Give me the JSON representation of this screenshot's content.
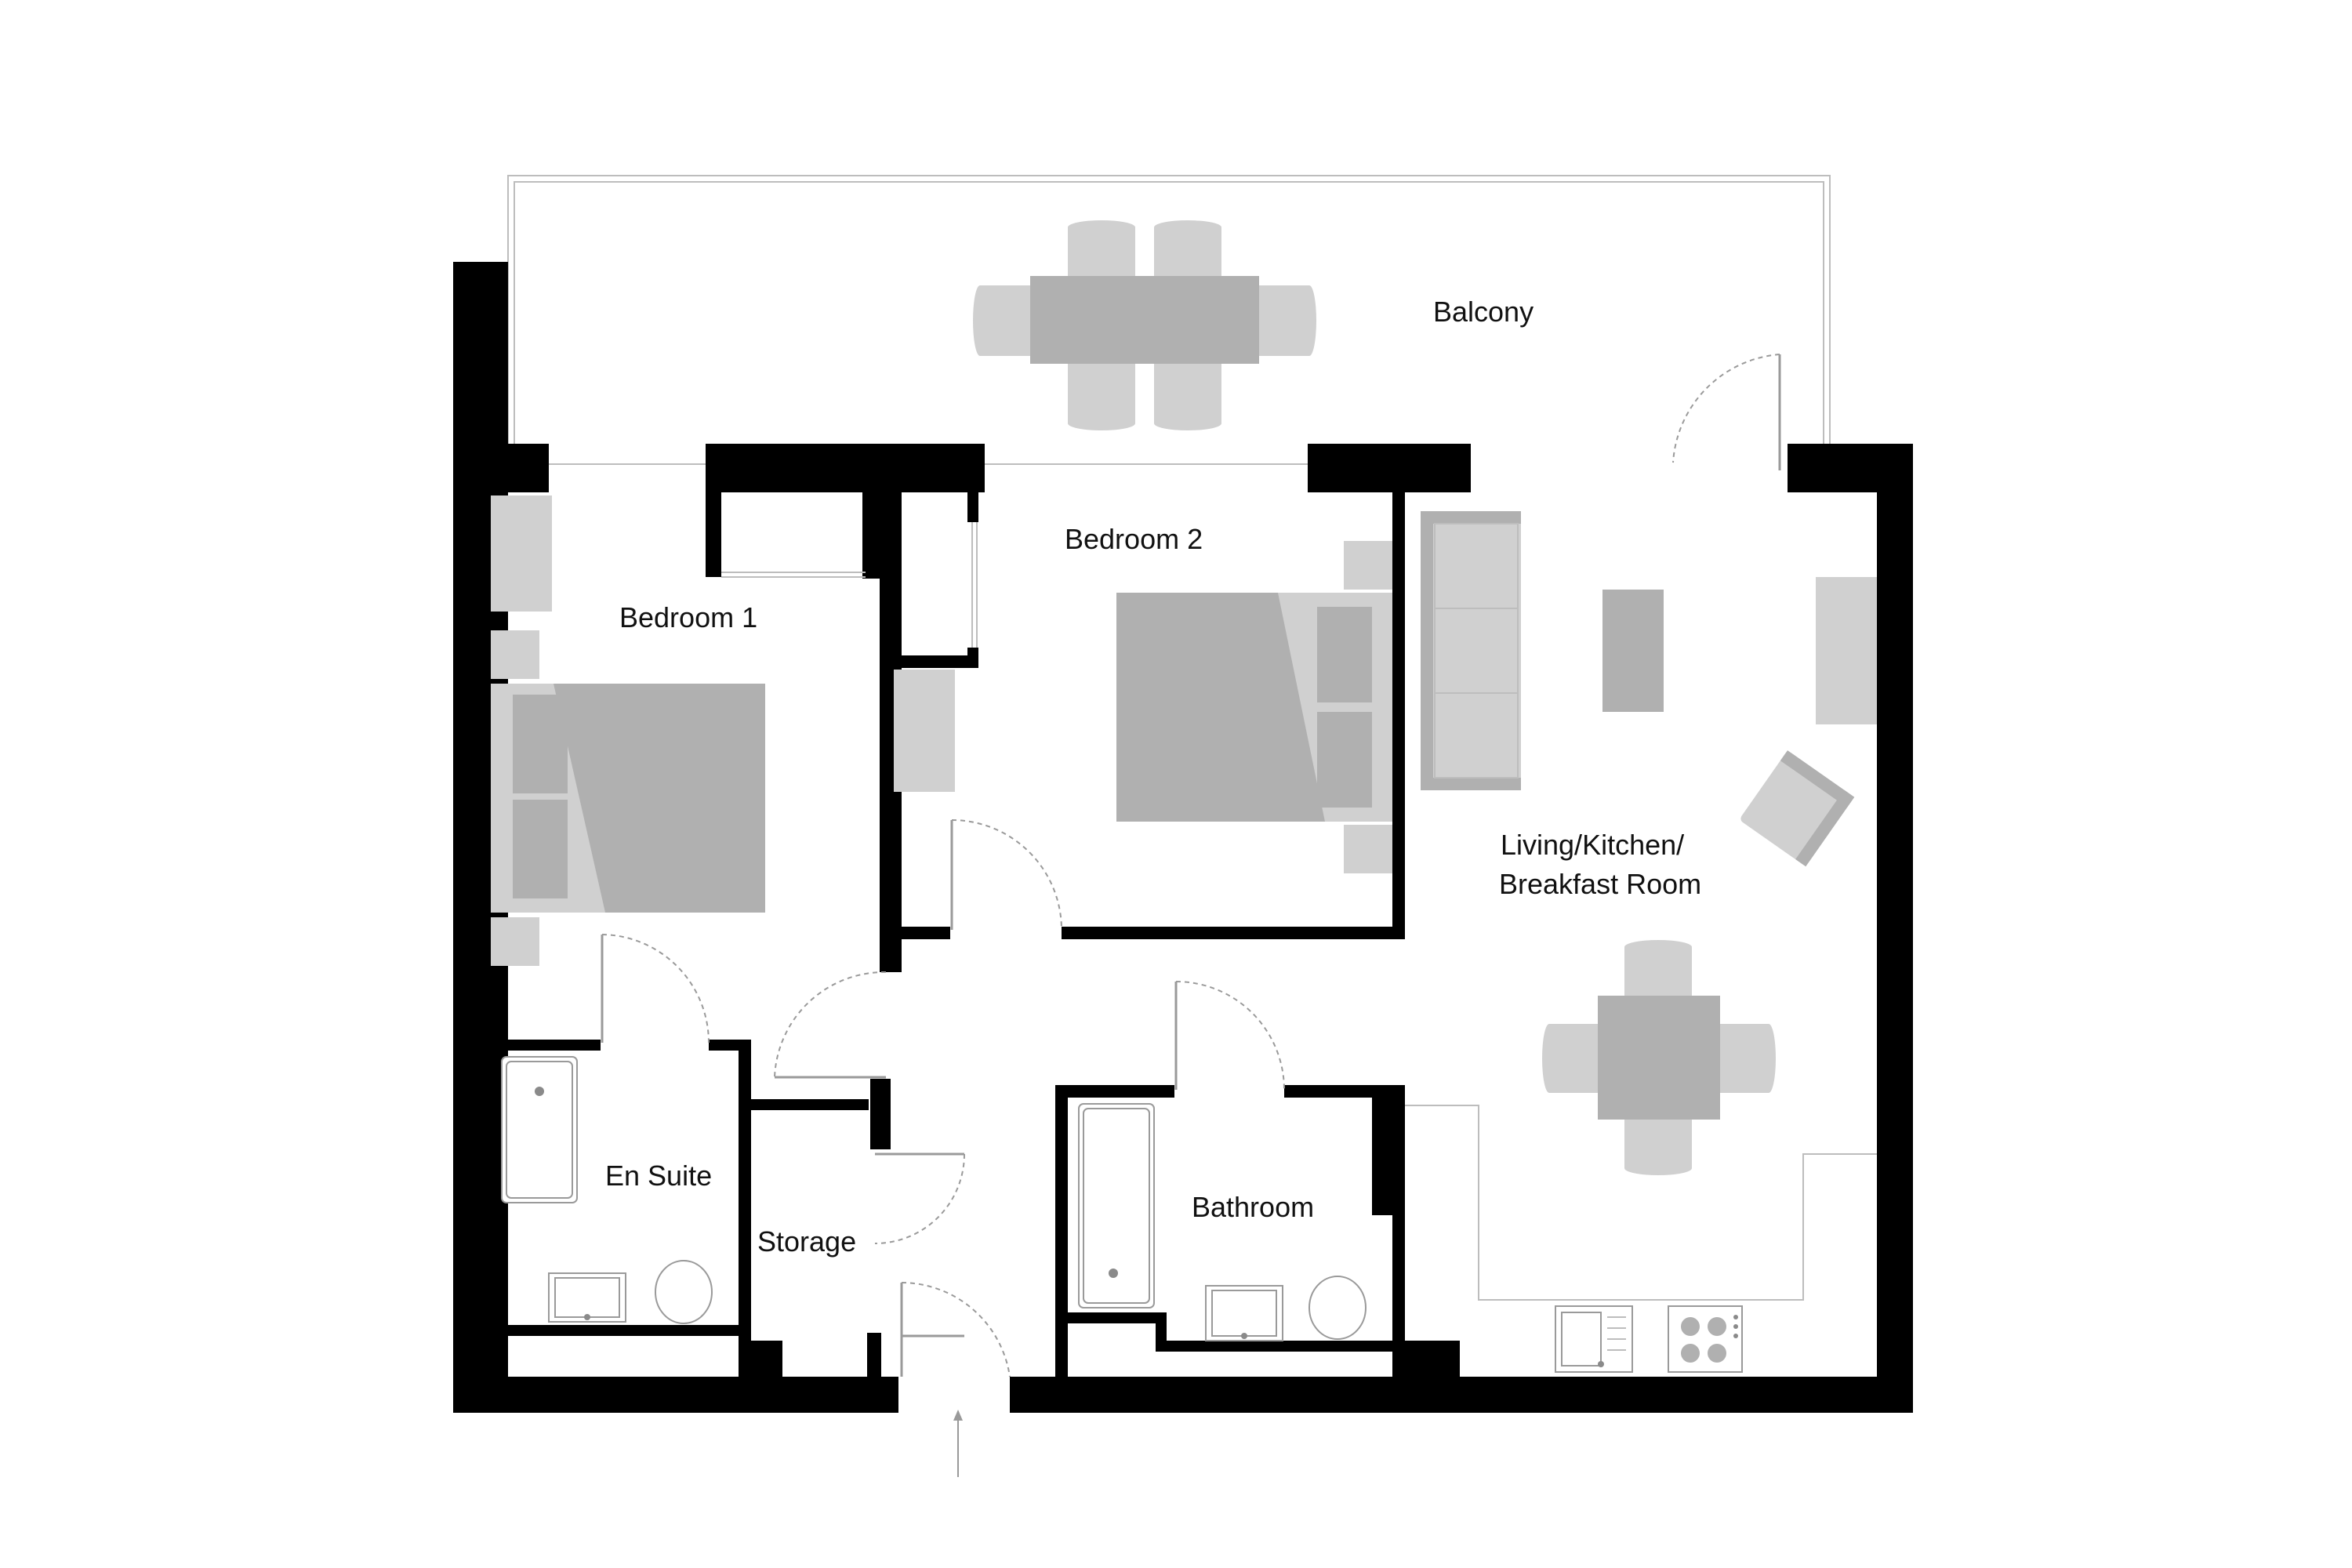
{
  "rooms": {
    "balcony": "Balcony",
    "bedroom_1": "Bedroom 1",
    "bedroom_2": "Bedroom 2",
    "living_line_1": "Living/Kitchen/",
    "living_line_2": "Breakfast Room",
    "en_suite": "En Suite",
    "storage": "Storage",
    "bathroom": "Bathroom"
  },
  "colors": {
    "wall": "#000000",
    "furniture_light": "#d0d0d0",
    "furniture_dark": "#b0b0b0",
    "background": "#ffffff"
  }
}
